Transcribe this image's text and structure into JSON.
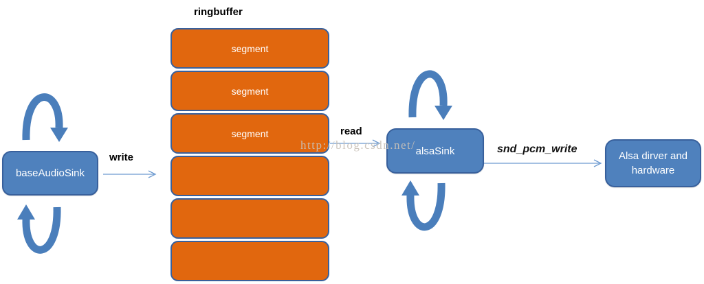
{
  "diagram": {
    "nodes": {
      "base_audio_sink": {
        "label": "baseAudioSink"
      },
      "alsa_sink": {
        "label": "alsaSink"
      },
      "alsa_driver": {
        "label_line1": "Alsa dirver and",
        "label_line2": "hardware"
      }
    },
    "ringbuffer": {
      "title": "ringbuffer",
      "segments": [
        {
          "label": "segment"
        },
        {
          "label": "segment"
        },
        {
          "label": "segment"
        },
        {
          "label": ""
        },
        {
          "label": ""
        },
        {
          "label": ""
        }
      ]
    },
    "edges": {
      "write": {
        "label": "write"
      },
      "read": {
        "label": "read"
      },
      "snd_pcm_write": {
        "label": "snd_pcm_write"
      }
    },
    "watermark": "http://blog.csdn.net/",
    "colors": {
      "node_fill": "#4f81bd",
      "node_border": "#38609c",
      "segment_fill": "#e1670e",
      "segment_border": "#38609c",
      "loop_arrow": "#4a7ebb",
      "thin_arrow": "#6d9ad0",
      "bold_label_text": "#000000",
      "node_text": "#ffffff",
      "watermark_text": "#c9c2b9"
    }
  }
}
